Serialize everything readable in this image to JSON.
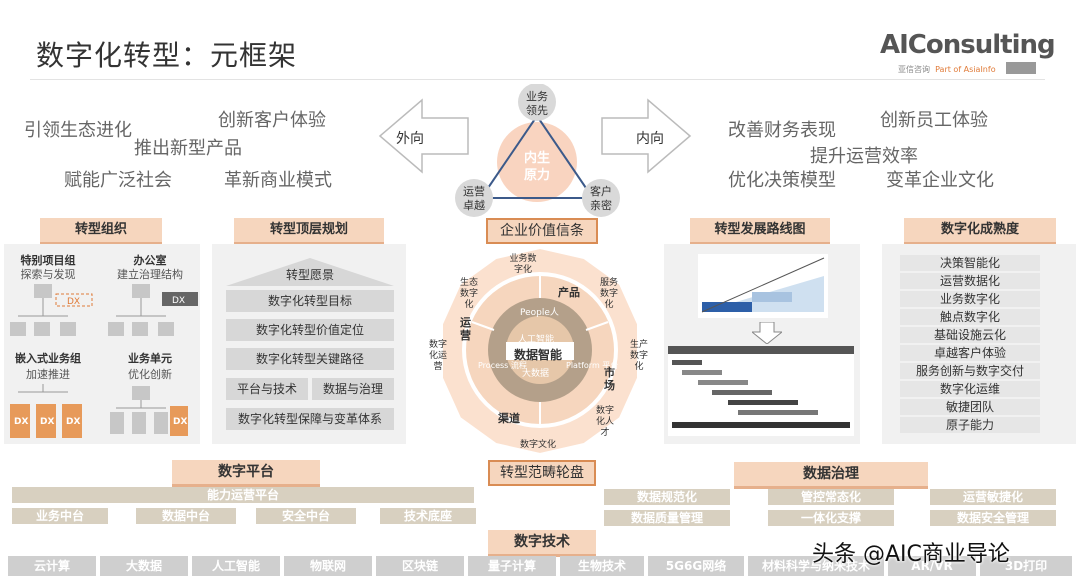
{
  "header": {
    "title": "数字化转型：元框架",
    "brand": "AIConsulting",
    "brand_sub_cn": "亚信咨询",
    "brand_sub_en": "Part of AsiaInfo"
  },
  "left_goals": [
    "引领生态进化",
    "创新客户体验",
    "推出新型产品",
    "赋能广泛社会",
    "革新商业模式"
  ],
  "right_goals": [
    "改善财务表现",
    "创新员工体验",
    "提升运营效率",
    "优化决策模型",
    "变革企业文化"
  ],
  "arrows": {
    "outward": "外向",
    "inward": "内向"
  },
  "triangle": {
    "top": "业务领先",
    "left": "运营卓越",
    "right": "客户亲密",
    "center": "内生原力",
    "value_box": "企业价值信条"
  },
  "org": {
    "label": "转型组织",
    "units": [
      {
        "name": "特别项目组",
        "desc": "探索与发现"
      },
      {
        "name": "办公室",
        "desc": "建立治理结构"
      },
      {
        "name": "嵌入式业务组",
        "desc": "加速推进"
      },
      {
        "name": "业务单元",
        "desc": "优化创新"
      }
    ],
    "dx": "DX"
  },
  "plan": {
    "label": "转型顶层规划",
    "vision": "转型愿景",
    "items": [
      "数字化转型目标",
      "数字化转型价值定位",
      "数字化转型关键路径"
    ],
    "pair": [
      "平台与技术",
      "数据与治理"
    ],
    "bottom": "数字化转型保障与变革体系"
  },
  "wheel": {
    "outer": [
      "业务数字化",
      "服务数字化",
      "生产数字化",
      "数字化人才",
      "数字文化",
      "生态数字化",
      "数字化运营"
    ],
    "inner": [
      "产品",
      "市场",
      "渠道",
      "运营"
    ],
    "ring": [
      "People人",
      "Platform 平台",
      "Process 流程"
    ],
    "ring_inner": [
      "人工智能",
      "大数据"
    ],
    "center": "数据智能",
    "caption": "转型范畴轮盘"
  },
  "roadmap": {
    "label": "转型发展路线图"
  },
  "maturity": {
    "label": "数字化成熟度",
    "items": [
      "决策智能化",
      "运营数据化",
      "业务数字化",
      "触点数字化",
      "基础设施云化",
      "卓越客户体验",
      "服务创新与数字交付",
      "数字化运维",
      "敏捷团队",
      "原子能力"
    ]
  },
  "platform": {
    "label": "数字平台",
    "bar": "能力运营平台",
    "items": [
      "业务中台",
      "数据中台",
      "安全中台",
      "技术底座"
    ]
  },
  "governance": {
    "label": "数据治理",
    "row1": [
      "数据规范化",
      "管控常态化",
      "运营敏捷化"
    ],
    "row2": [
      "数据质量管理",
      "一体化支撑",
      "数据安全管理"
    ]
  },
  "tech": {
    "label": "数字技术",
    "items": [
      "云计算",
      "大数据",
      "人工智能",
      "物联网",
      "区块链",
      "量子计算",
      "生物技术",
      "5G6G网络",
      "材料科学与纳米技术",
      "AR/VR",
      "3D打印"
    ]
  },
  "watermark": "头条 @AIC商业导论",
  "colors": {
    "accent": "#e07b39",
    "label_bg": "#f6d6be",
    "panel": "#f1f1f1"
  }
}
